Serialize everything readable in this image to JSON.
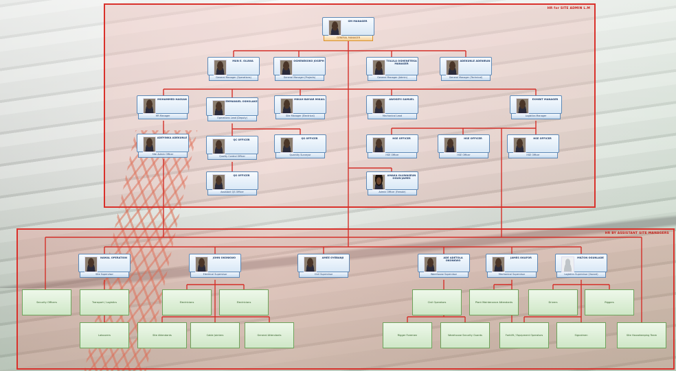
{
  "diagram": {
    "top_frame_label": "HR for SITE ADMIN L.M",
    "bottom_frame_label": "HR BY ASSISTANT SITE MANAGERS",
    "gm": {
      "name": "GM MANAGER",
      "title": "GENERAL MANAGER"
    },
    "row1": [
      {
        "name": "MUN E. OLUWA",
        "title": "General Manager (Operations)"
      },
      {
        "name": "OGHENEKOKO JOSEPH",
        "title": "General Manager (Projects)"
      },
      {
        "name": "TOLULA OGHENETEGA MANAGER",
        "title": "General Manager (Admin)"
      },
      {
        "name": "ADEKUNLE ADENIRAN",
        "title": "General Manager (Technical)"
      }
    ],
    "row2": [
      {
        "name": "MOHAMMED HASSAN",
        "title": "HR Manager"
      },
      {
        "name": "EMMANUEL OSHOLAKE",
        "title": "Operations Lead (Deputy)"
      },
      {
        "name": "MIKAH BAYIAR MIKAIL",
        "title": "Site Manager (Electrical)"
      },
      {
        "name": "AWOSEYI SAMUEL",
        "title": "Mechanical Lead"
      },
      {
        "name": "EXHIBIT MANAGER",
        "title": "Logistics Manager"
      }
    ],
    "row3": [
      {
        "name": "ADEYINKA ADEKUNLE",
        "title": "Site Admin Officer"
      },
      {
        "name": "QC OFFICER",
        "title": "Quality Control Officer"
      },
      {
        "name": "QS OFFICER",
        "title": "Quantity Surveyor"
      },
      {
        "name": "HSE OFFICER",
        "title": "HSE Officer"
      },
      {
        "name": "HSE OFFICER",
        "title": "HSE Officer"
      },
      {
        "name": "HSE OFFICER",
        "title": "HSE Officer"
      }
    ],
    "row4": [
      {
        "name": "QS OFFICER",
        "title": "Assistant QS Officer"
      },
      {
        "name": "AMAKA OLUWASEUN OGUN-JAMES",
        "title": "Admin Officer (Female)"
      }
    ],
    "bottom_managers": [
      {
        "name": "NAMAL OPERATION",
        "title": "Site Supervisor"
      },
      {
        "name": "JOHN OKONKWO",
        "title": "Electrical Supervisor"
      },
      {
        "name": "AMEE OYEBANJI",
        "title": "Civil Supervisor"
      },
      {
        "name": "ADE ADETOLA OKONKWO",
        "title": "Warehouse Supervisor"
      },
      {
        "name": "JAMES OKAFOR",
        "title": "Mechanical Supervisor"
      },
      {
        "name": "MILTON OGUNLADE",
        "title": "Logistics Supervisor (Vacant)"
      }
    ],
    "departments_row1": [
      "Security Officers",
      "Transport / Logistics",
      "Electricians",
      "Electricians",
      "Civil Operators",
      "Plant Maintenance Attendants",
      "Drivers",
      "Riggers"
    ],
    "departments_row2": [
      "Labourers",
      "Site Attendants",
      "Cable Jointers",
      "General Attendants",
      "Rigger Foremen",
      "Warehouse Security Guards",
      "Forklift / Equipment Operators",
      "Signalmen",
      "Site Housekeeping Team"
    ]
  }
}
